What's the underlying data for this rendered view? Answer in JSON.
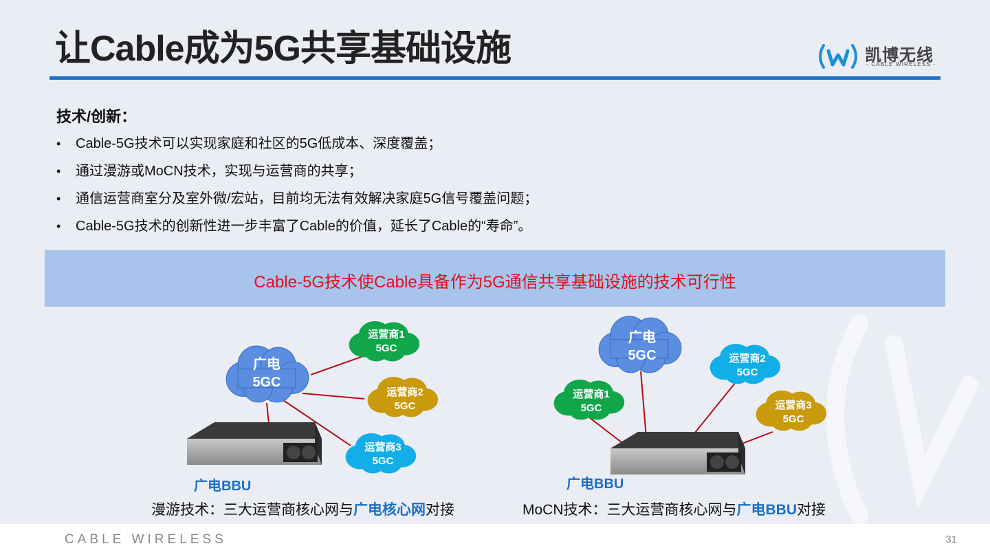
{
  "title": "让Cable成为5G共享基础设施",
  "logo": {
    "cn": "凯博无线",
    "en": "- CABLE WIRELESS -"
  },
  "section_heading": "技术/创新：",
  "bullets": [
    "Cable-5G技术可以实现家庭和社区的5G低成本、深度覆盖；",
    "通过漫游或MoCN技术，实现与运营商的共享；",
    "通信运营商室分及室外微/宏站，目前均无法有效解决家庭5G信号覆盖问题；",
    "Cable-5G技术的创新性进一步丰富了Cable的价值，延长了Cable的“寿命”。"
  ],
  "banner": "Cable-5G技术使Cable具备作为5G通信共享基础设施的技术可行性",
  "diagrams": [
    {
      "clouds": {
        "core": {
          "line1": "广电",
          "line2": "5GC"
        },
        "op1": {
          "line1": "运营商1",
          "line2": "5GC"
        },
        "op2": {
          "line1": "运营商2",
          "line2": "5GC"
        },
        "op3": {
          "line1": "运营商3",
          "line2": "5GC"
        }
      },
      "bbu_label": "广电BBU",
      "caption_prefix": "漫游技术：三大运营商核心网与",
      "caption_highlight": "广电核心网",
      "caption_suffix": "对接"
    },
    {
      "clouds": {
        "core": {
          "line1": "广电",
          "line2": "5GC"
        },
        "op1": {
          "line1": "运营商1",
          "line2": "5GC"
        },
        "op2": {
          "line1": "运营商2",
          "line2": "5GC"
        },
        "op3": {
          "line1": "运营商3",
          "line2": "5GC"
        }
      },
      "bbu_label": "广电BBU",
      "caption_prefix": "MoCN技术：三大运营商核心网与",
      "caption_highlight": "广电BBU",
      "caption_suffix": "对接"
    }
  ],
  "colors": {
    "accent_blue": "#1f6fc6",
    "banner_bg": "#a8c4ec",
    "banner_text": "#e0101a",
    "cloud_core": "#5b8ee0",
    "cloud_op1": "#12a64a",
    "cloud_op2": "#c99a0c",
    "cloud_op3": "#12aee8",
    "link_line": "#b01016"
  },
  "footer": {
    "brand": "CABLE WIRELESS",
    "page": "31"
  }
}
